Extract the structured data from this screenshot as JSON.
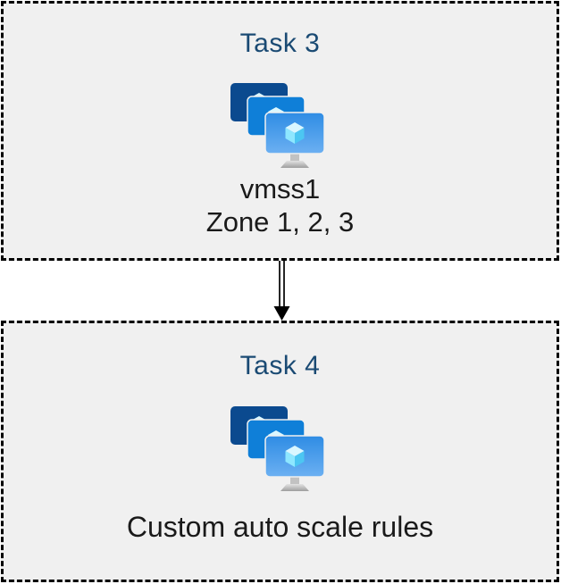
{
  "diagram": {
    "boxes": [
      {
        "title": "Task 3",
        "icon": "vm-scale-set-icon",
        "lines": [
          "vmss1",
          "Zone 1, 2, 3"
        ]
      },
      {
        "title": "Task 4",
        "icon": "vm-scale-set-icon",
        "lines": [
          "Custom auto scale rules"
        ]
      }
    ],
    "connector": {
      "shape": "double-line-arrow",
      "direction": "down"
    },
    "colors": {
      "box_background": "#f0f0f0",
      "box_border": "#000000",
      "title_text": "#1a4a73",
      "body_text": "#1a1a1a",
      "monitor_back": "#0b4a8f",
      "monitor_middle": "#0f7fd8",
      "monitor_front_top": "#2e8ce4",
      "monitor_front_bottom": "#6cb0f2",
      "cube_top": "#daf7ff",
      "cube_left": "#8ee7ff",
      "cube_right": "#4cc6f2",
      "stand_gray": "#c2c2c2"
    }
  }
}
